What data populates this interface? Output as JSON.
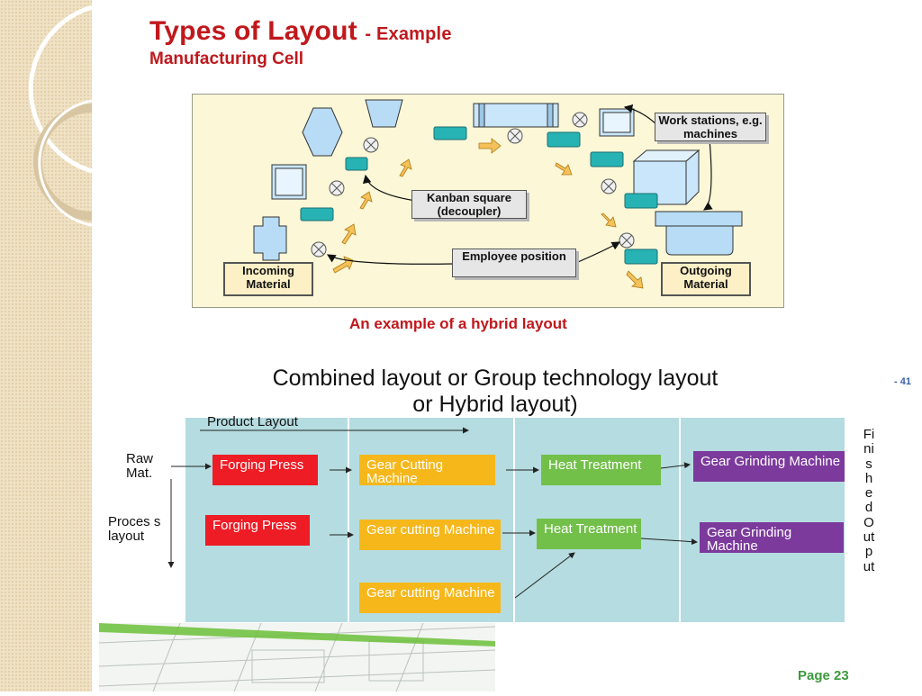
{
  "slide_top": {
    "title": "Types of Layout",
    "title_suffix": "- Example",
    "subtitle": "Manufacturing Cell",
    "caption": "An example of a hybrid layout",
    "callouts": {
      "work_stations": "Work stations, e.g. machines",
      "kanban": "Kanban square (decoupler)",
      "employee": "Employee position",
      "incoming": "Incoming Material",
      "outgoing": "Outgoing Material"
    }
  },
  "page_marker": "- 41",
  "slide_bottom": {
    "title_line1": "Combined layout or Group technology layout",
    "title_line2": "or Hybrid layout)",
    "product_layout": "Product Layout",
    "raw_mat": "Raw Mat.",
    "process_layout": "Proces s layout",
    "finished_output": "FinishedOutput",
    "rows": [
      [
        "Forging Press",
        "Gear Cutting Machine",
        "Heat Treatment",
        "Gear Grinding Machine"
      ],
      [
        "Forging Press",
        "Gear cutting Machine",
        "Heat Treatment",
        "Gear Grinding Machine"
      ],
      [
        "",
        "Gear cutting Machine",
        "",
        ""
      ]
    ],
    "colors": {
      "forging": "#ee1c25",
      "gear_cutting": "#f6b71b",
      "heat_treatment": "#72c04a",
      "gear_grinding": "#7c3a9c",
      "table_background": "#b5dce0"
    },
    "page_label": "Page 23"
  }
}
